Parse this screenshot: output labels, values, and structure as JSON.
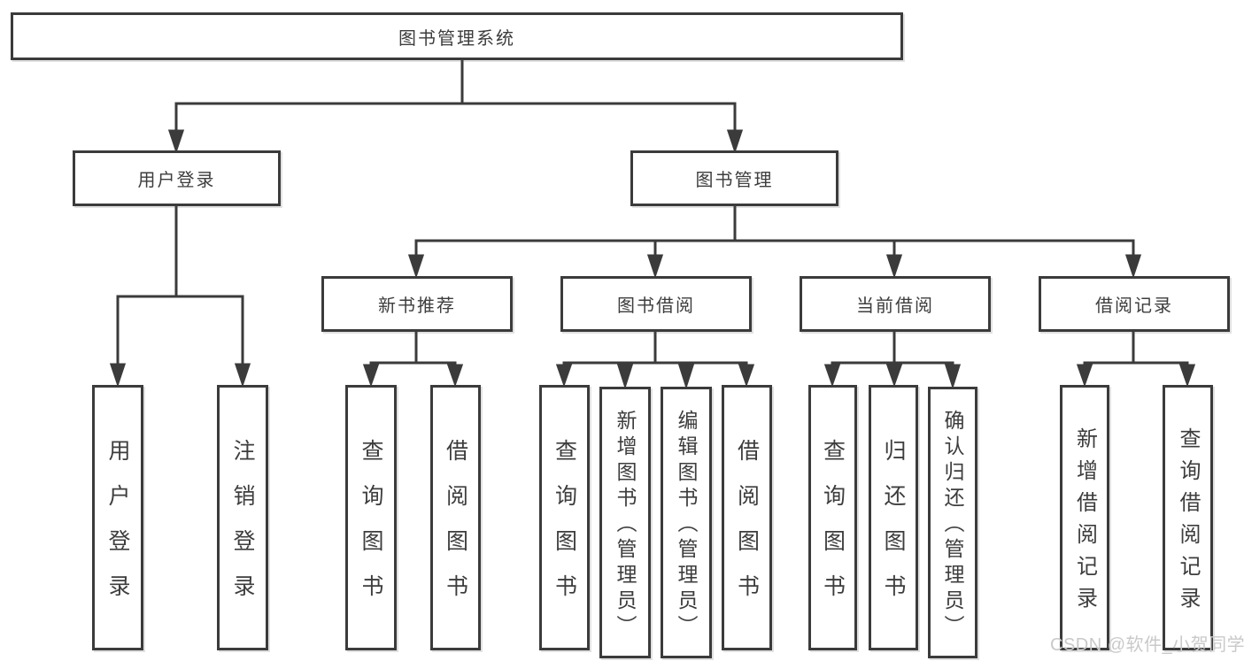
{
  "tree": {
    "root": {
      "label": "图书管理系统"
    },
    "branches": [
      {
        "label": "用户登录",
        "children": [
          "用户登录",
          "注销登录"
        ]
      },
      {
        "label": "图书管理",
        "sections": [
          {
            "label": "新书推荐",
            "children": [
              "查询图书",
              "借阅图书"
            ]
          },
          {
            "label": "图书借阅",
            "children": [
              "查询图书",
              "新增图书（管理员）",
              "编辑图书（管理员）",
              "借阅图书"
            ]
          },
          {
            "label": "当前借阅",
            "children": [
              "查询图书",
              "归还图书",
              "确认归还（管理员）"
            ]
          },
          {
            "label": "借阅记录",
            "children": [
              "新增借阅记录",
              "查询借阅记录"
            ]
          }
        ]
      }
    ]
  },
  "watermark": "CSDN @软件_小贺同学",
  "colors": {
    "line": "#3b3b3b",
    "text": "#3d3d3d",
    "watermark": "#c9c9c9",
    "background": "#ffffff"
  }
}
